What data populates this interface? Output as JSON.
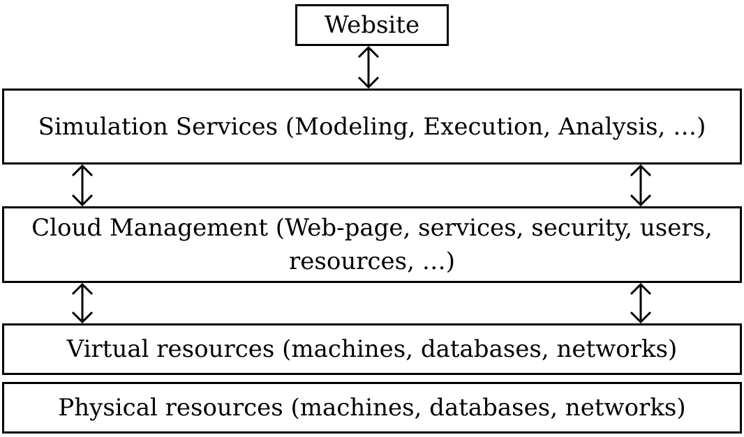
{
  "diagram": {
    "website": {
      "label": "Website"
    },
    "simulation": {
      "label": "Simulation Services (Modeling, Execution, Analysis, …)"
    },
    "cloud": {
      "label": "Cloud Management (Web-page, services, security, users, resources, …)"
    },
    "virtual": {
      "label": "Virtual resources (machines, databases, networks)"
    },
    "physical": {
      "label": "Physical resources (machines, databases, networks)"
    },
    "connections": [
      {
        "from": "website",
        "to": "simulation",
        "type": "bidirectional"
      },
      {
        "from": "simulation",
        "to": "cloud",
        "type": "bidirectional"
      },
      {
        "from": "simulation",
        "to": "cloud",
        "type": "bidirectional"
      },
      {
        "from": "cloud",
        "to": "virtual",
        "type": "bidirectional"
      },
      {
        "from": "cloud",
        "to": "virtual",
        "type": "bidirectional"
      }
    ],
    "colors": {
      "stroke": "#000000",
      "fill": "#ffffff"
    }
  }
}
